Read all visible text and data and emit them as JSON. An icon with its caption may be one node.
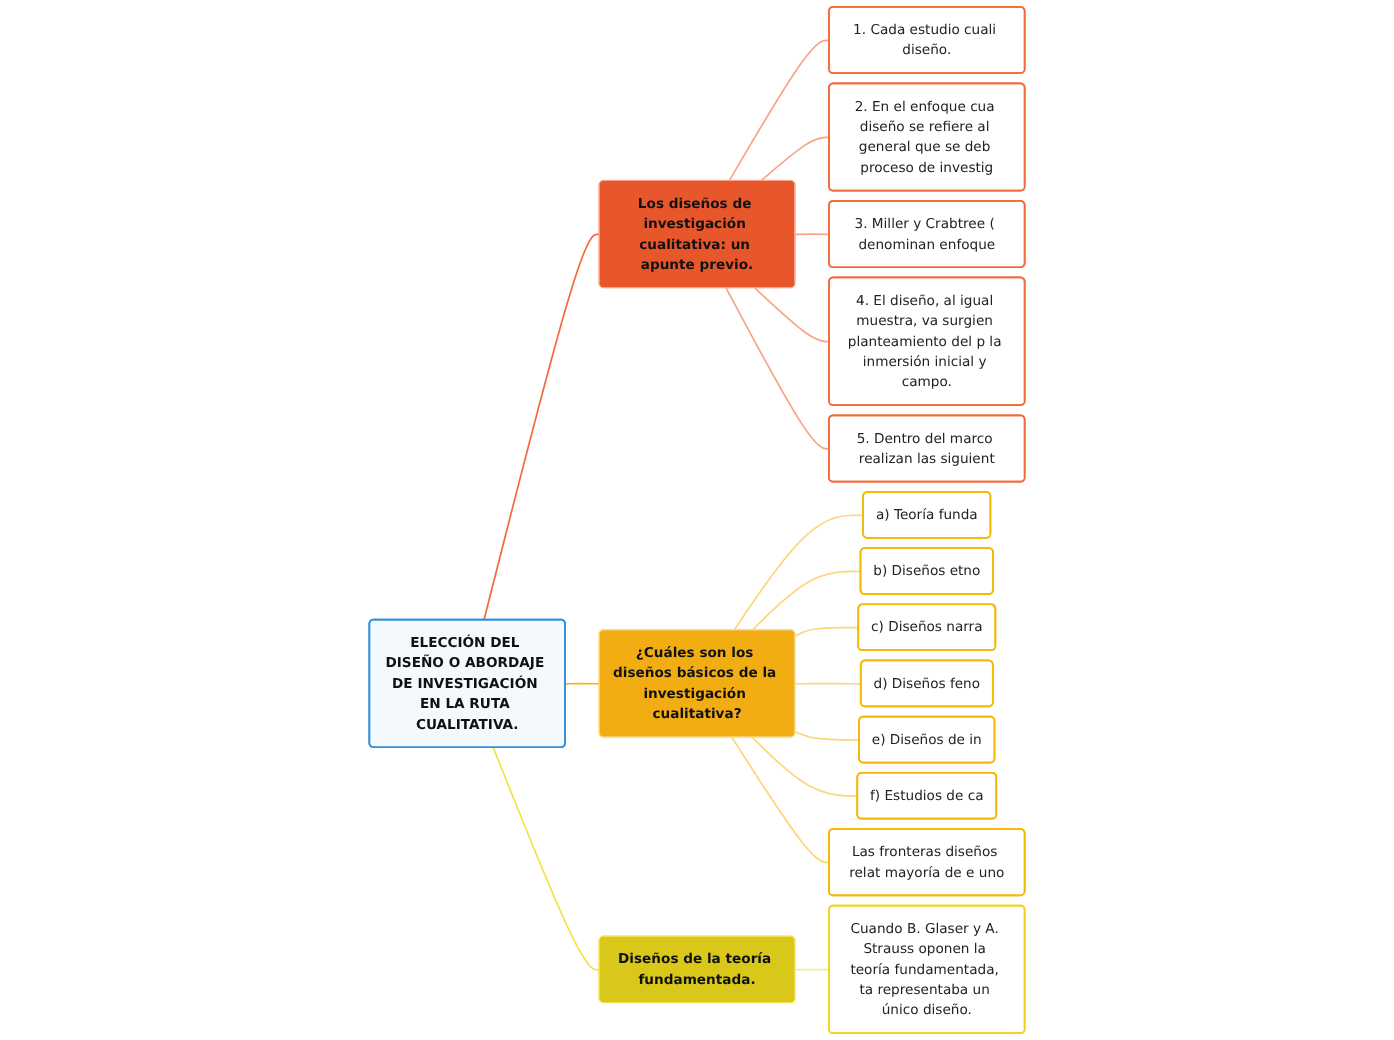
{
  "diagram": {
    "nodes": [
      {
        "text": [
          "ELECCIÓN DEL DISEÑO O ABORDAJE DE INVESTIGACIÓN EN LA RUTA CUALITATIVA."
        ]
      },
      {
        "text": [
          "Los diseños de investigación cualitativa: un apunte previo."
        ]
      },
      {
        "text": [
          "1. Cada estudio cuali diseño."
        ]
      },
      {
        "text": [
          "2. En el enfoque cua diseño se refiere al general que se deb proceso de investig"
        ]
      },
      {
        "text": [
          "3. Miller y Crabtree ( denominan enfoque"
        ]
      },
      {
        "text": [
          "4. El diseño, al igual muestra, va surgien planteamiento del p la inmersión inicial y campo."
        ]
      },
      {
        "text": [
          "5. Dentro del marco realizan las siguient"
        ]
      },
      {
        "text": [
          "¿Cuáles son los diseños básicos de la investigación cualitativa?"
        ]
      },
      {
        "text": [
          "a) Teoría funda"
        ]
      },
      {
        "text": [
          "b) Diseños etno"
        ]
      },
      {
        "text": [
          "c) Diseños narra"
        ]
      },
      {
        "text": [
          "d) Diseños feno"
        ]
      },
      {
        "text": [
          "e) Diseños de in"
        ]
      },
      {
        "text": [
          "f) Estudios de ca"
        ]
      },
      {
        "text": [
          "Las fronteras diseños relat mayoría de e uno"
        ]
      },
      {
        "text": [
          "Diseños de la teoría fundamentada."
        ]
      },
      {
        "text": [
          "Cuando B. Glaser y A. Strauss oponen la teoría fundamentada, ta representaba un único diseño."
        ]
      }
    ],
    "edges": [
      {
        "from": 0,
        "to": 1,
        "arrow": "none",
        "color": "#f26b3a"
      },
      {
        "from": 1,
        "to": 2,
        "arrow": "none",
        "color": "#f7a487"
      },
      {
        "from": 1,
        "to": 3,
        "arrow": "none",
        "color": "#f7a487"
      },
      {
        "from": 1,
        "to": 4,
        "arrow": "none",
        "color": "#f7a487"
      },
      {
        "from": 1,
        "to": 5,
        "arrow": "none",
        "color": "#f7a487"
      },
      {
        "from": 1,
        "to": 6,
        "arrow": "none",
        "color": "#f7a487"
      },
      {
        "from": 0,
        "to": 7,
        "arrow": "none",
        "color": "#f5b800"
      },
      {
        "from": 7,
        "to": 8,
        "arrow": "none",
        "color": "#fcd77a"
      },
      {
        "from": 7,
        "to": 9,
        "arrow": "none",
        "color": "#fcd77a"
      },
      {
        "from": 7,
        "to": 10,
        "arrow": "none",
        "color": "#fcd77a"
      },
      {
        "from": 7,
        "to": 11,
        "arrow": "none",
        "color": "#fcd77a"
      },
      {
        "from": 7,
        "to": 12,
        "arrow": "none",
        "color": "#fcd77a"
      },
      {
        "from": 7,
        "to": 13,
        "arrow": "none",
        "color": "#fcd77a"
      },
      {
        "from": 7,
        "to": 14,
        "arrow": "none",
        "color": "#fcd77a"
      },
      {
        "from": 0,
        "to": 15,
        "arrow": "none",
        "color": "#f2e24a"
      },
      {
        "from": 15,
        "to": 16,
        "arrow": "none",
        "color": "#f7ec8a"
      }
    ]
  }
}
